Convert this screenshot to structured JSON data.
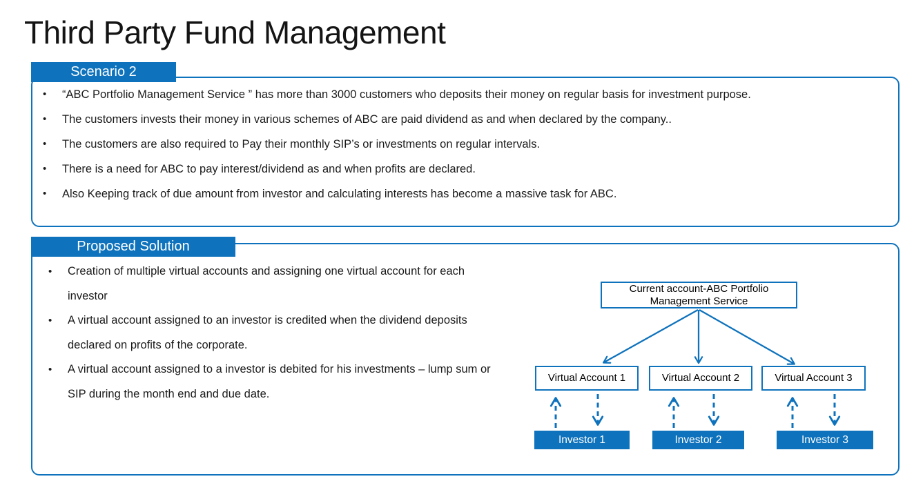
{
  "slide": {
    "title": "Third Party Fund Management",
    "accent_color": "#0E72BC",
    "scenario": {
      "header": "Scenario 2",
      "bullets": [
        "“ABC Portfolio Management Service ” has more than 3000 customers who deposits their money on regular basis for investment purpose.",
        "The customers invests their money in various schemes of ABC are paid dividend as and when declared by the company..",
        "The customers are also required to Pay their monthly SIP’s or investments on regular intervals.",
        "There is a need for ABC to pay interest/dividend as and when profits are declared.",
        "Also Keeping track of due amount from investor and calculating interests has become a massive task for ABC."
      ]
    },
    "solution": {
      "header": "Proposed Solution",
      "bullets": [
        "Creation of multiple virtual accounts and assigning one virtual account for each investor",
        "A virtual account assigned to an investor is credited when the dividend deposits declared on profits of the corporate.",
        "A virtual account assigned to a investor is debited for his investments – lump sum or SIP during the month end and due date."
      ],
      "diagram": {
        "root_label": "Current account-ABC Portfolio Management Service",
        "accounts": [
          "Virtual Account 1",
          "Virtual Account 2",
          "Virtual Account 3"
        ],
        "investors": [
          "Investor 1",
          "Investor 2",
          "Investor 3"
        ]
      }
    }
  }
}
